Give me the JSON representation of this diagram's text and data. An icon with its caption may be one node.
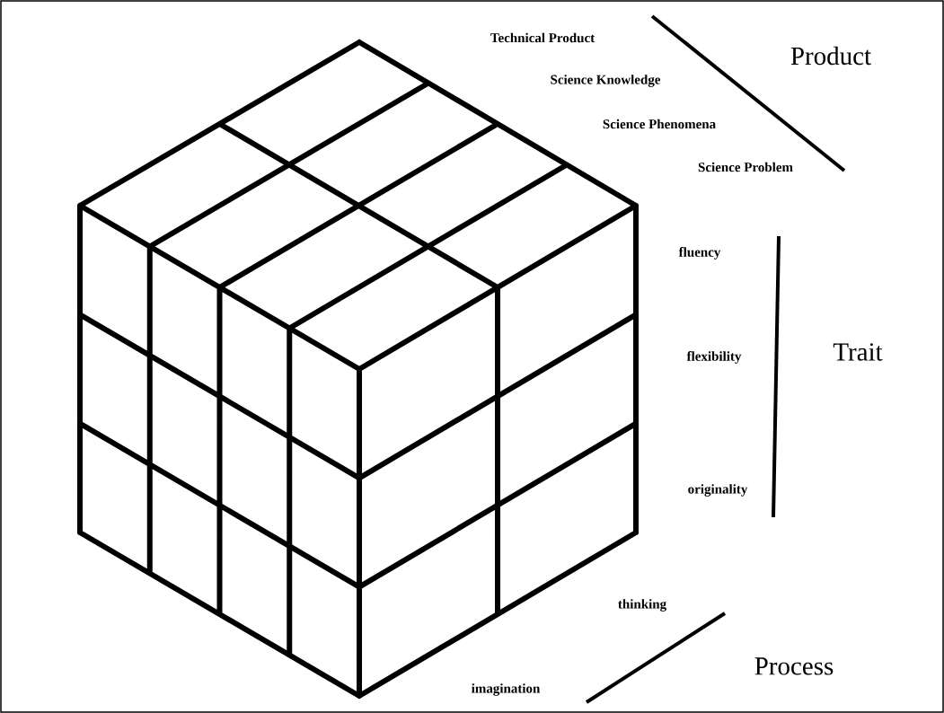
{
  "diagram": {
    "labels": [
      "Technical Product",
      "Science Knowledge",
      "Science Phenomena",
      "Science Problem",
      "Product",
      "fluency",
      "flexibility",
      "originality",
      "Trait",
      "thinking",
      "imagination",
      "Process"
    ]
  }
}
